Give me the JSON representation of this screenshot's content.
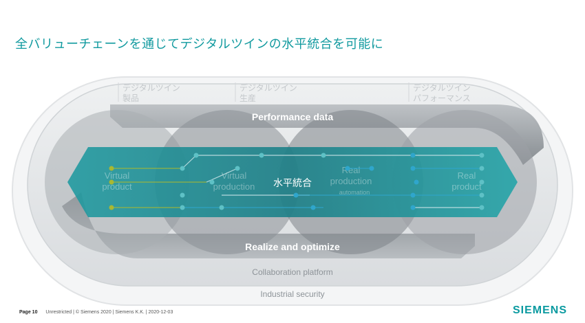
{
  "slide": {
    "title": "全バリューチェーンを通じてデジタルツインの水平統合を可能に"
  },
  "diagram": {
    "twin_labels": [
      {
        "line1": "デジタルツイン",
        "line2": "製品"
      },
      {
        "line1": "デジタルツイン",
        "line2": "生産"
      },
      {
        "line1": "デジタルツイン",
        "line2": "パフォーマンス"
      }
    ],
    "top_band": "Performance data",
    "bottom_band": "Realize and optimize",
    "center_label": "水平統合",
    "circle_labels": [
      {
        "line1": "Virtual",
        "line2": "product"
      },
      {
        "line1": "Virtual",
        "line2": "production"
      },
      {
        "line1": "Real",
        "line2": "production",
        "line3": "automation"
      },
      {
        "line1": "Real",
        "line2": "product"
      }
    ],
    "inner_ring": "Collaboration platform",
    "outer_ring": "Industrial security",
    "colors": {
      "teal": "#119a9f",
      "dark_teal": "#1b6e76",
      "gray": "#8d9398",
      "dot_green": "#a8b832",
      "dot_blue": "#2fa6cc"
    }
  },
  "footer": {
    "page": "Page 10",
    "info": "Unrestricted | © Siemens 2020 | Siemens K.K. | 2020-12-03"
  },
  "logo": "SIEMENS"
}
